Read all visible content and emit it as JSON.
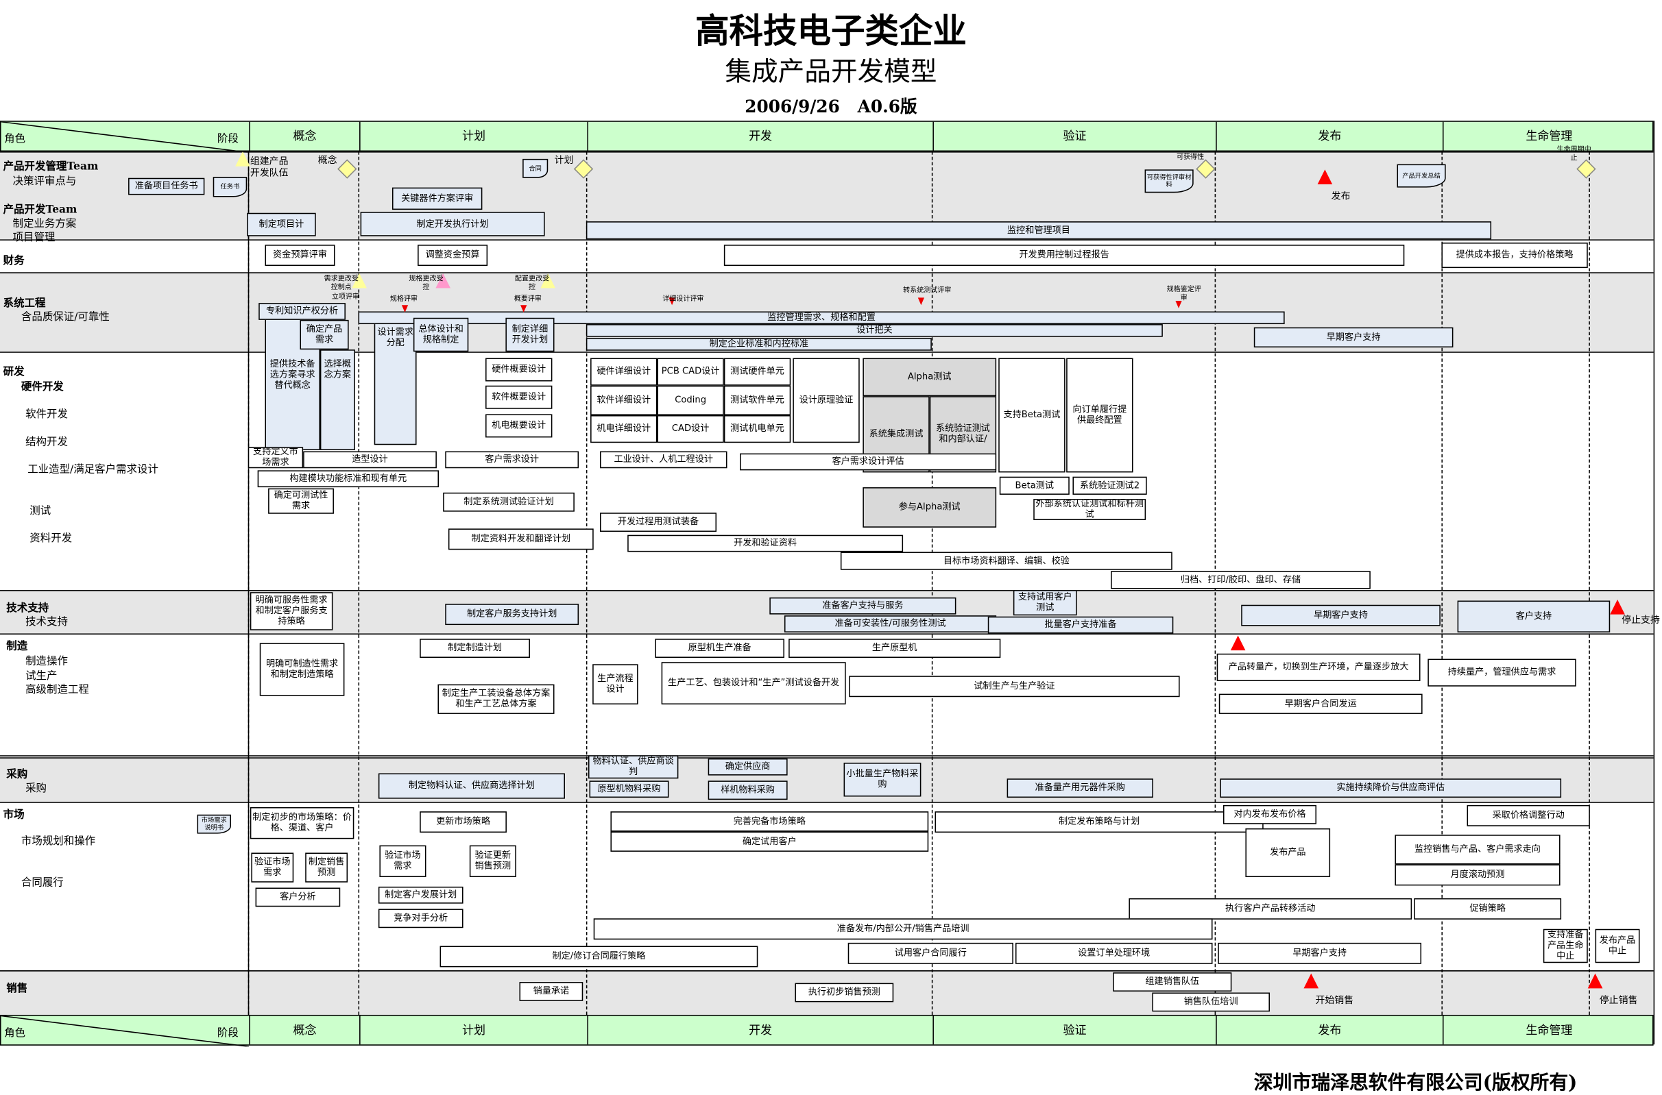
{
  "title": {
    "main": "高科技电子类企业",
    "sub": "集成产品开发模型",
    "version": "2006/9/26   A0.6版"
  },
  "footer": {
    "company": "深圳市瑞泽思软件有限公司(版权所有)"
  },
  "header": {
    "role": "角色",
    "stage": "阶段",
    "phases": [
      "概念",
      "计划",
      "开发",
      "验证",
      "发布",
      "生命管理"
    ]
  },
  "roles": [
    "产品开发管理Team",
    "决策评审点与",
    "产品开发Team",
    "制定业务方案",
    "项目管理",
    "财务",
    "系统工程",
    "含品质保证/可靠性",
    "研发",
    "硬件开发",
    "软件开发",
    "结构开发",
    "工业造型/满足客户需求设计",
    "测试",
    "资料开发",
    "技术支持",
    "技术支持",
    "制造",
    "制造操作",
    "试生产",
    "高级制造工程",
    "采购",
    "采购",
    "市场",
    "市场规划和操作",
    "合同履行",
    "销售"
  ],
  "activities": [
    "准备项目任务书",
    "任务书",
    "合同",
    "关键器件方案评审",
    "制定项目计",
    "制定开发执行计划",
    "监控和管理项目",
    "可获得性评审材料",
    "产品开发总结",
    "资金预算评审",
    "调整资金预算",
    "开发费用控制过程报告",
    "提供成本报告，支持价格策略",
    "提供技术备选方案寻求替代概念",
    "选择概念方案",
    "设计需求分配",
    "监控管理需求、规格和配置",
    "设计把关",
    "制定企业标准和内控标准",
    "专利知识产权分析",
    "确定产品需求",
    "总体设计和规格制定",
    "制定详细开发计划",
    "早期客户支持",
    "硬件概要设计",
    "软件概要设计",
    "机电概要设计",
    "硬件详细设计",
    "PCB CAD设计",
    "测试硬件单元",
    "软件详细设计",
    "Coding",
    "测试软件单元",
    "机电详细设计",
    "CAD设计",
    "测试机电单元",
    "设计原理验证",
    "Alpha测试",
    "系统集成测试",
    "系统验证测试和内部认证/",
    "参与Alpha测试",
    "支持Beta测试",
    "向订单履行提供最终配置",
    "支持定义市场需求",
    "造型设计",
    "客户需求设计",
    "工业设计、人机工程设计",
    "客户需求设计评估",
    "构建模块功能标准和现有单元",
    "确定可测试性需求",
    "制定系统测试验证计划",
    "Beta测试",
    "系统验证测试2",
    "外部系统认证测试和标杆测试",
    "开发过程用测试装备",
    "制定资料开发和翻译计划",
    "开发和验证资料",
    "目标市场资料翻译、编辑、校验",
    "归档、打印/胶印、盘印、存储",
    "明确可服务性需求和制定客户服务支持策略",
    "制定客户服务支持计划",
    "准备客户支持与服务",
    "准备可安装性/可服务性测试",
    "支持试用客户测试",
    "批量客户支持准备",
    "早期客户支持",
    "客户支持",
    "制定制造计划",
    "原型机生产准备",
    "生产原型机",
    "明确可制造性需求和制定制造策略",
    "生产流程设计",
    "生产工艺、包装设计和“生产”测试设备开发",
    "制定生产工装设备总体方案和生产工艺总体方案",
    "试制生产与生产验证",
    "产品转量产，切换到生产环境，产量逐步放大",
    "持续量产，管理供应与需求",
    "早期客户合同发运",
    "物料认证、供应商谈判",
    "原型机物料采购",
    "确定供应商",
    "样机物料采购",
    "小批量生产物料采购",
    "制定物料认证、供应商选择计划",
    "准备量产用元器件采购",
    "实施持续降价与供应商评估",
    "市场需求说明书",
    "制定初步的市场策略：价格、渠道、客户",
    "更新市场策略",
    "完善完备市场策略",
    "确定试用客户",
    "制定发布策略与计划",
    "对内发布发布价格",
    "采取价格调整行动",
    "发布产品",
    "监控销售与产品、客户需求走向",
    "月度滚动预测",
    "验证市场需求",
    "制定销售预测",
    "验证市场需求",
    "验证更新销售预测",
    "客户分析",
    "制定客户发展计划",
    "竞争对手分析",
    "执行客户产品转移活动",
    "促销策略",
    "准备发布/内部公开/销售产品培训",
    "试用客户合同履行",
    "设置订单处理环境",
    "早期客户支持",
    "制定/修订合同履行策略",
    "支持准备产品生命中止",
    "发布产品中止",
    "销量承诺",
    "执行初步销售预测",
    "组建销售队伍",
    "销售队伍培训"
  ],
  "milestones": [
    "组建产品开发队伍",
    "概念",
    "计划",
    "可获得性",
    "发布",
    "生命周期中止",
    "需求更改受控制点",
    "立项评审",
    "规格更改受控",
    "配置更改受控",
    "规格评审",
    "概要评审",
    "详细设计评审",
    "转系统测试评审",
    "规格鉴定评审",
    "停止支持",
    "开始销售",
    "停止销售"
  ],
  "colors": {
    "phase_header": "#ccffcc",
    "lane_gray": "#e6e6e6",
    "box_blue": "#e3ebf6",
    "box_gray": "#d9d9d9",
    "milestone_red": "#ff0000",
    "gate_yellow": "#ffff99",
    "spec_pink": "#ff99cc"
  }
}
